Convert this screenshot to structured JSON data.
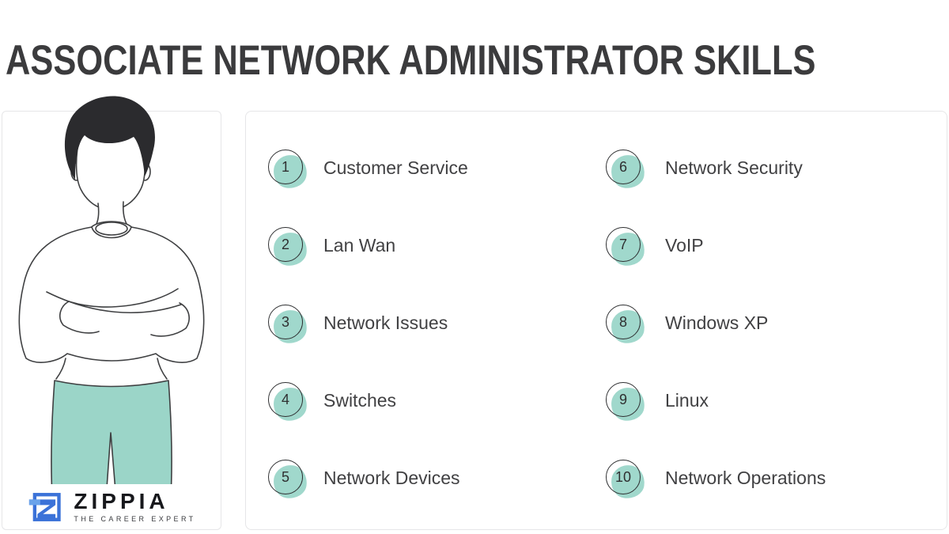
{
  "header": {
    "title": "ASSOCIATE NETWORK ADMINISTRATOR SKILLS"
  },
  "skills": [
    {
      "number": "1",
      "label": "Customer Service"
    },
    {
      "number": "2",
      "label": "Lan Wan"
    },
    {
      "number": "3",
      "label": "Network Issues"
    },
    {
      "number": "4",
      "label": "Switches"
    },
    {
      "number": "5",
      "label": "Network Devices"
    },
    {
      "number": "6",
      "label": "Network Security"
    },
    {
      "number": "7",
      "label": "VoIP"
    },
    {
      "number": "8",
      "label": "Windows XP"
    },
    {
      "number": "9",
      "label": "Linux"
    },
    {
      "number": "10",
      "label": "Network Operations"
    }
  ],
  "logo": {
    "brand": "ZIPPIA",
    "tagline": "THE CAREER EXPERT"
  },
  "icons": {
    "badges": "numbered-circle-icon",
    "illustration": "person-arms-crossed-illustration",
    "logo_mark": "zippia-z-icon"
  },
  "colors": {
    "badge_teal": "#a0d8cc",
    "pants_teal": "#9bd5c8",
    "title_text": "#3b3b3d",
    "skill_text": "#414143",
    "outline": "#3f4042",
    "logo_blue": "#3b72d8",
    "logo_blue_light": "#6aa3ea",
    "card_border": "#e6e6e8",
    "background": "#ffffff"
  }
}
